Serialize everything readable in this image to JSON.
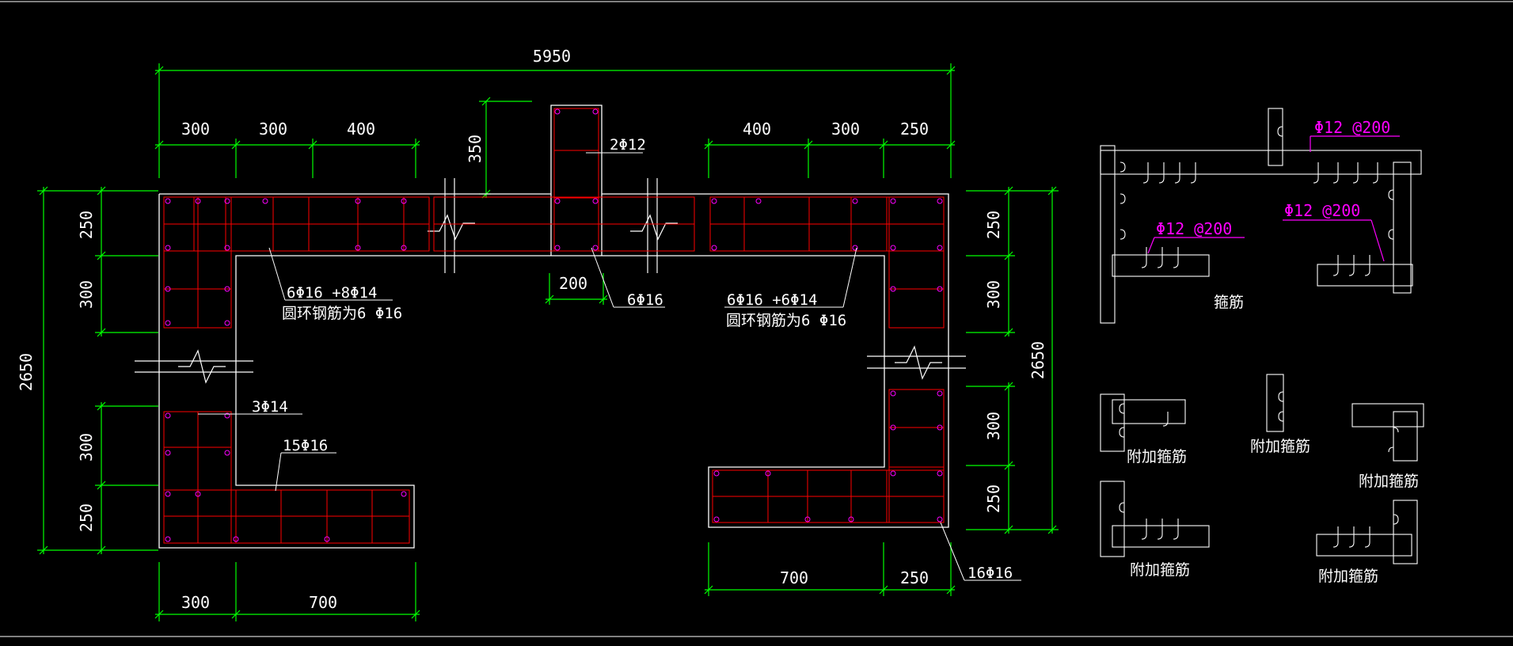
{
  "colors": {
    "background": "#000000",
    "outline": "#ffffff",
    "dimension": "#00ff00",
    "rebar": "#ff0000",
    "stirrup_label": "#ff00ff",
    "text": "#ffffff"
  },
  "dimensions": {
    "top_total": "5950",
    "top_left": [
      "300",
      "300",
      "400"
    ],
    "top_right": [
      "400",
      "300",
      "250"
    ],
    "column_height": "350",
    "column_width": "200",
    "left_side_total": "2650",
    "left_side_upper": [
      "250",
      "300"
    ],
    "left_side_lower": [
      "300",
      "250"
    ],
    "right_side_total": "2650",
    "right_side_upper": [
      "250",
      "300"
    ],
    "right_side_lower": [
      "300",
      "250"
    ],
    "bottom_left": [
      "300",
      "700"
    ],
    "bottom_right": [
      "700",
      "250"
    ]
  },
  "rebar_labels": {
    "column_top": "2Φ12",
    "column_main": "6Φ16",
    "left_corner_line1": "6Φ16 +8Φ14",
    "left_corner_line2": "圆环钢筋为6 Φ16",
    "right_corner_line1": "6Φ16 +6Φ14",
    "right_corner_line2": "圆环钢筋为6 Φ16",
    "left_mid": "3Φ14",
    "left_bottom": "15Φ16",
    "right_bottom": "16Φ16"
  },
  "stirrup_detail": {
    "label_top": "Φ12 @200",
    "label_mid_right": "Φ12 @200",
    "label_mid_left": "Φ12 @200",
    "caption": "箍筋"
  },
  "additional_stirrups": {
    "captions": [
      "附加箍筋",
      "附加箍筋",
      "附加箍筋",
      "附加箍筋",
      "附加箍筋"
    ]
  }
}
